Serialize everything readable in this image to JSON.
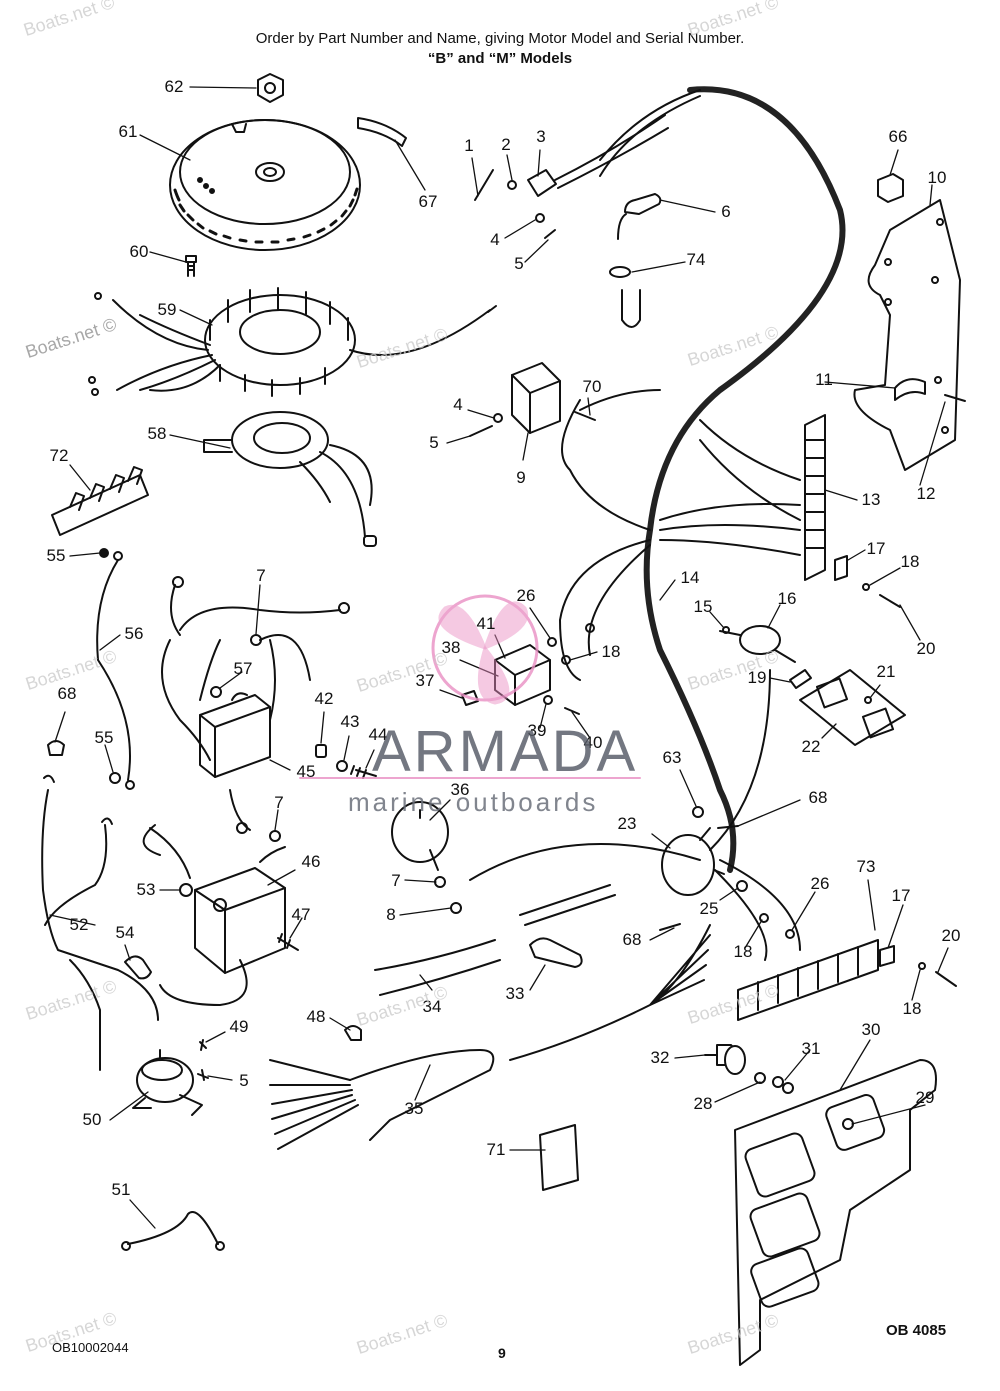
{
  "header": {
    "line1": "Order by Part Number and Name, giving Motor Model and Serial Number.",
    "line2": "“B” and “M” Models"
  },
  "footer": {
    "left_code": "OB10002044",
    "page_number": "9",
    "right_code": "OB 4085"
  },
  "watermarks": {
    "site": "Boats.net ©",
    "brand": "ARMADA",
    "brand_tagline": "marine outboards",
    "brand_color": "#e98fc3"
  },
  "callouts": [
    {
      "id": "c62",
      "label": "62"
    },
    {
      "id": "c61",
      "label": "61"
    },
    {
      "id": "c67",
      "label": "67"
    },
    {
      "id": "c60",
      "label": "60"
    },
    {
      "id": "c59",
      "label": "59"
    },
    {
      "id": "c58",
      "label": "58"
    },
    {
      "id": "c72",
      "label": "72"
    },
    {
      "id": "c55a",
      "label": "55"
    },
    {
      "id": "c56",
      "label": "56"
    },
    {
      "id": "c68a",
      "label": "68"
    },
    {
      "id": "c55b",
      "label": "55"
    },
    {
      "id": "c52",
      "label": "52"
    },
    {
      "id": "c54",
      "label": "54"
    },
    {
      "id": "c50",
      "label": "50"
    },
    {
      "id": "c51",
      "label": "51"
    },
    {
      "id": "c49",
      "label": "49"
    },
    {
      "id": "c5c",
      "label": "5"
    },
    {
      "id": "c53",
      "label": "53"
    },
    {
      "id": "c46",
      "label": "46"
    },
    {
      "id": "c47",
      "label": "47"
    },
    {
      "id": "c7a",
      "label": "7"
    },
    {
      "id": "c57",
      "label": "57"
    },
    {
      "id": "c45",
      "label": "45"
    },
    {
      "id": "c7b",
      "label": "7"
    },
    {
      "id": "c42",
      "label": "42"
    },
    {
      "id": "c43",
      "label": "43"
    },
    {
      "id": "c44",
      "label": "44"
    },
    {
      "id": "c36",
      "label": "36"
    },
    {
      "id": "c7c",
      "label": "7"
    },
    {
      "id": "c8",
      "label": "8"
    },
    {
      "id": "c34",
      "label": "34"
    },
    {
      "id": "c48",
      "label": "48"
    },
    {
      "id": "c35",
      "label": "35"
    },
    {
      "id": "c33",
      "label": "33"
    },
    {
      "id": "c71",
      "label": "71"
    },
    {
      "id": "c1",
      "label": "1"
    },
    {
      "id": "c2",
      "label": "2"
    },
    {
      "id": "c3",
      "label": "3"
    },
    {
      "id": "c4a",
      "label": "4"
    },
    {
      "id": "c5a",
      "label": "5"
    },
    {
      "id": "c6",
      "label": "6"
    },
    {
      "id": "c74",
      "label": "74"
    },
    {
      "id": "c4b",
      "label": "4"
    },
    {
      "id": "c5b",
      "label": "5"
    },
    {
      "id": "c70",
      "label": "70"
    },
    {
      "id": "c9",
      "label": "9"
    },
    {
      "id": "c26a",
      "label": "26"
    },
    {
      "id": "c41",
      "label": "41"
    },
    {
      "id": "c38",
      "label": "38"
    },
    {
      "id": "c37",
      "label": "37"
    },
    {
      "id": "c18a",
      "label": "18"
    },
    {
      "id": "c39",
      "label": "39"
    },
    {
      "id": "c40",
      "label": "40"
    },
    {
      "id": "c14",
      "label": "14"
    },
    {
      "id": "c15",
      "label": "15"
    },
    {
      "id": "c16",
      "label": "16"
    },
    {
      "id": "c19",
      "label": "19"
    },
    {
      "id": "c21",
      "label": "21"
    },
    {
      "id": "c22",
      "label": "22"
    },
    {
      "id": "c66",
      "label": "66"
    },
    {
      "id": "c10",
      "label": "10"
    },
    {
      "id": "c11",
      "label": "11"
    },
    {
      "id": "c12",
      "label": "12"
    },
    {
      "id": "c13",
      "label": "13"
    },
    {
      "id": "c17a",
      "label": "17"
    },
    {
      "id": "c18b",
      "label": "18"
    },
    {
      "id": "c20a",
      "label": "20"
    },
    {
      "id": "c63",
      "label": "63"
    },
    {
      "id": "c68b",
      "label": "68"
    },
    {
      "id": "c23",
      "label": "23"
    },
    {
      "id": "c25",
      "label": "25"
    },
    {
      "id": "c26b",
      "label": "26"
    },
    {
      "id": "c18c",
      "label": "18"
    },
    {
      "id": "c68c",
      "label": "68"
    },
    {
      "id": "c73",
      "label": "73"
    },
    {
      "id": "c17b",
      "label": "17"
    },
    {
      "id": "c20b",
      "label": "20"
    },
    {
      "id": "c18d",
      "label": "18"
    },
    {
      "id": "c30",
      "label": "30"
    },
    {
      "id": "c32",
      "label": "32"
    },
    {
      "id": "c31",
      "label": "31"
    },
    {
      "id": "c28",
      "label": "28"
    },
    {
      "id": "c29",
      "label": "29"
    }
  ]
}
